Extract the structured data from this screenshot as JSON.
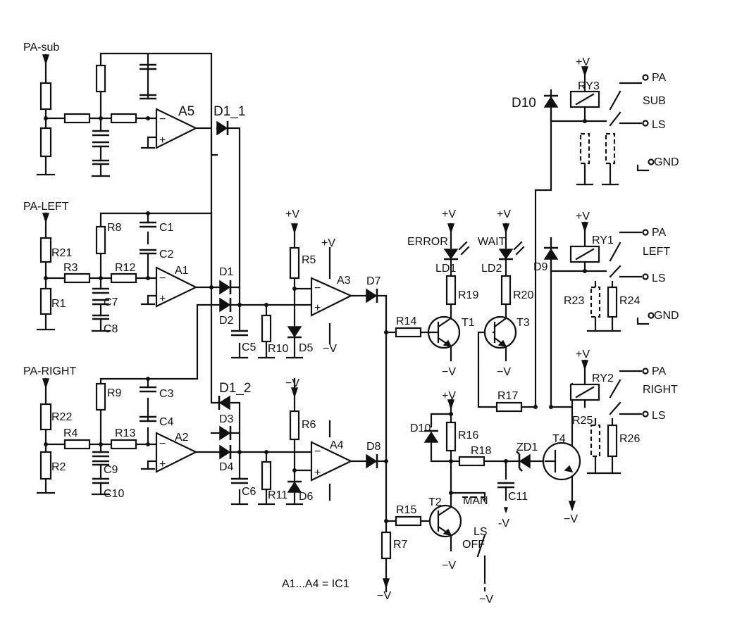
{
  "inputs": {
    "sub": "PA-sub",
    "left": "PA-LEFT",
    "right": "PA-RIGHT"
  },
  "opamps": {
    "a5": "A5",
    "a1": "A1",
    "a2": "A2",
    "a3": "A3",
    "a4": "A4"
  },
  "resistors": {
    "r21": "R21",
    "r1": "R1",
    "r3": "R3",
    "r8": "R8",
    "r12": "R12",
    "r22": "R22",
    "r2": "R2",
    "r4": "R4",
    "r9": "R9",
    "r13": "R13",
    "r5": "R5",
    "r10": "R10",
    "r6": "R6",
    "r11": "R11",
    "r14": "R14",
    "r15": "R15",
    "r7": "R7",
    "r19": "R19",
    "r20": "R20",
    "r16": "R16",
    "r17": "R17",
    "r18": "R18",
    "r23": "R23",
    "r24": "R24",
    "r25": "R25",
    "r26": "R26"
  },
  "capacitors": {
    "c1": "C1",
    "c2": "C2",
    "c7": "C7",
    "c8": "C8",
    "c3": "C3",
    "c4": "C4",
    "c9": "C9",
    "c10": "C10",
    "c5": "C5",
    "c6": "C6",
    "c11": "C11"
  },
  "diodes": {
    "d1_1": "D1_1",
    "d1": "D1",
    "d2": "D2",
    "d1_2": "D1_2",
    "d3": "D3",
    "d4": "D4",
    "d5": "D5",
    "d6": "D6",
    "d7": "D7",
    "d8": "D8",
    "d9": "D9",
    "d10a": "D10",
    "d10b": "D10",
    "zd1": "ZD1",
    "ld1": "LD1",
    "ld2": "LD2"
  },
  "transistors": {
    "t1": "T1",
    "t2": "T2",
    "t3": "T3",
    "t4": "T4"
  },
  "relays": {
    "ry1": "RY1",
    "ry2": "RY2",
    "ry3": "RY3"
  },
  "leds": {
    "error": "ERROR",
    "wait": "WAIT"
  },
  "rails": {
    "pos": "+V",
    "neg": "−V",
    "neg_alt": "-V"
  },
  "outputs": {
    "pa": "PA",
    "ls": "LS",
    "gnd": "GND",
    "sub": "SUB",
    "left": "LEFT",
    "right": "RIGHT"
  },
  "switch": {
    "man": "MAN",
    "ls": "LS",
    "off": "OFF"
  },
  "opamp_signs": {
    "minus": "−",
    "plus": "+"
  },
  "footnote": "A1...A4  =  IC1"
}
